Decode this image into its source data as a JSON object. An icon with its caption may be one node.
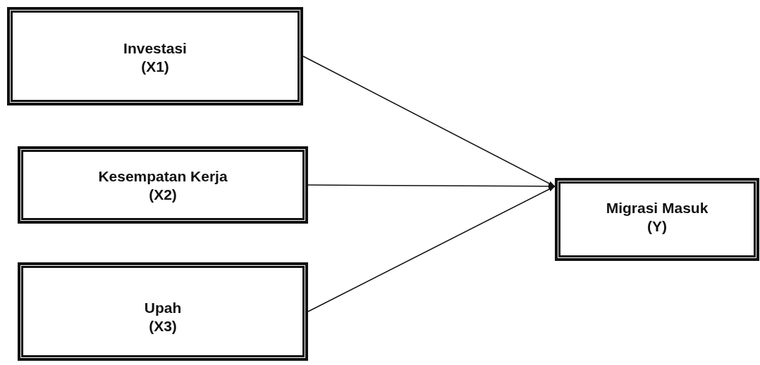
{
  "diagram": {
    "nodes": [
      {
        "text": [
          "Investasi",
          "(X1)"
        ]
      },
      {
        "text": [
          "Kesempatan Kerja",
          "(X2)"
        ]
      },
      {
        "text": [
          "Upah",
          "(X3)"
        ]
      },
      {
        "text": [
          "Migrasi Masuk",
          "(Y)"
        ]
      }
    ],
    "edges": [
      {
        "from": 0,
        "to": 3,
        "arrow": "to"
      },
      {
        "from": 1,
        "to": 3,
        "arrow": "to"
      },
      {
        "from": 2,
        "to": 3,
        "arrow": "to"
      }
    ]
  }
}
